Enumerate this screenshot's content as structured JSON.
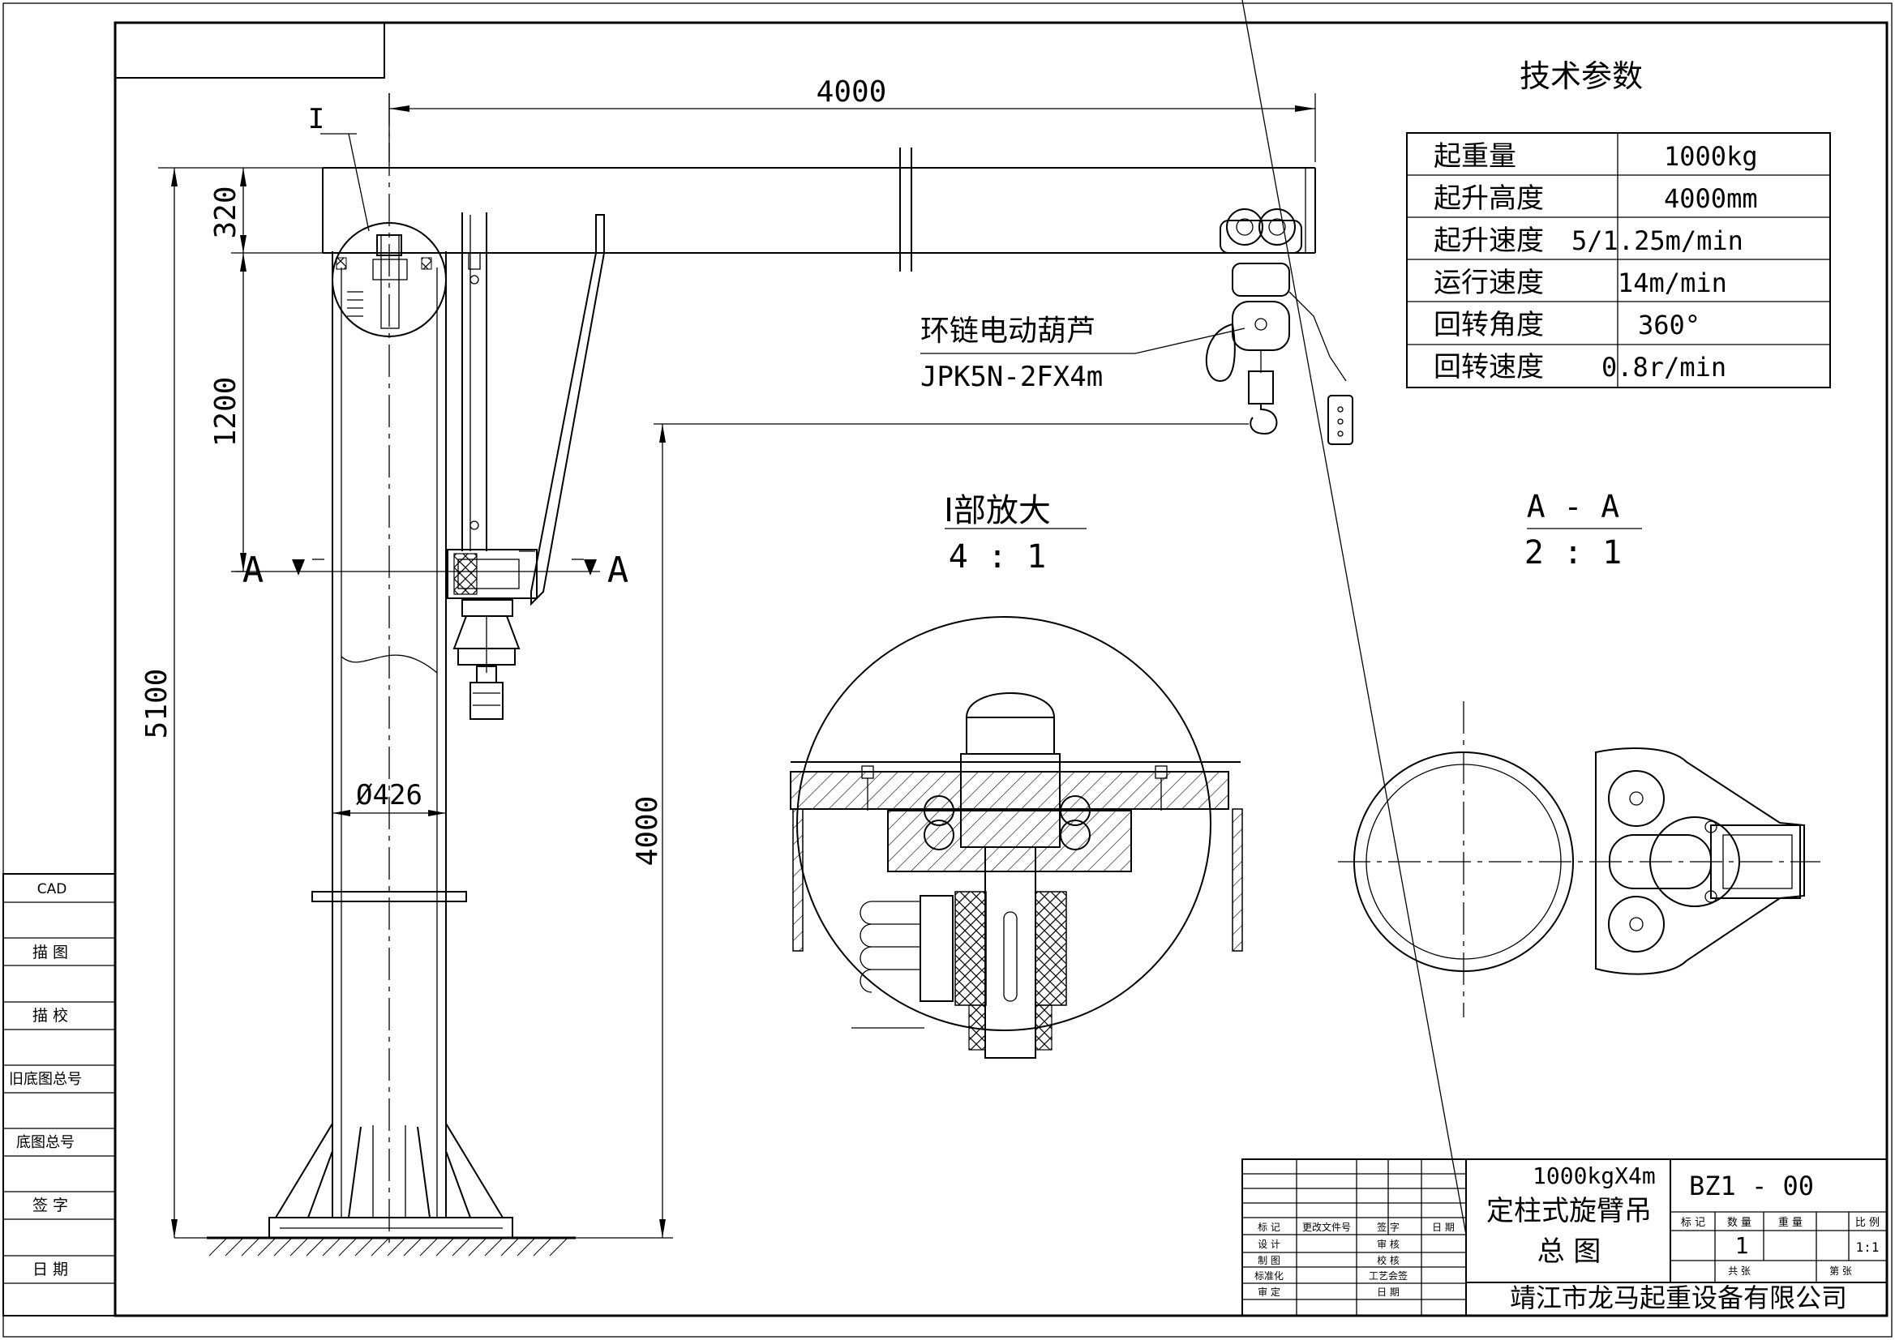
{
  "dimensions": {
    "span": "4000",
    "top_gap": "320",
    "arm_to_section": "1200",
    "total_height": "5100",
    "diameter": "Ø426",
    "lift_height": "4000"
  },
  "callouts": {
    "detail_marker": "I",
    "hoist_name": "环链电动葫芦",
    "hoist_model": "JPK5N-2FX4m",
    "section_left": "A",
    "section_right": "A"
  },
  "views": {
    "detail_title": "I部放大",
    "detail_scale": "4 : 1",
    "section_title": "A - A",
    "section_scale": "2 : 1"
  },
  "tech_params": {
    "title": "技术参数",
    "rows": [
      {
        "label": "起重量",
        "value": "1000kg"
      },
      {
        "label": "起升高度",
        "value": "4000mm"
      },
      {
        "label": "起升速度",
        "value": "5/1.25m/min"
      },
      {
        "label": "运行速度",
        "value": "14m/min"
      },
      {
        "label": "回转角度",
        "value": "360°"
      },
      {
        "label": "回转速度",
        "value": "0.8r/min"
      }
    ]
  },
  "left_strip": [
    "CAD",
    "描 图",
    "描 校",
    "旧底图总号",
    "底图总号",
    "签 字",
    "日 期"
  ],
  "title_block": {
    "spec": "1000kgX4m",
    "name": "定柱式旋臂吊",
    "drawing_type": "总 图",
    "drawing_no": "BZ1 - 00",
    "company": "靖江市龙马起重设备有限公司",
    "headers": {
      "mark": "标 记",
      "doc_no": "更改文件号",
      "sign": "签 字",
      "date": "日 期"
    },
    "roles": {
      "design": "设 计",
      "review": "审 核",
      "draft": "制 图",
      "check": "校 核",
      "standard": "标准化",
      "process": "工艺会签",
      "approve": "审 定",
      "role_date": "日 期"
    },
    "qty_headers": {
      "mark": "标 记",
      "qty": "数 量",
      "weight": "重 量",
      "scale": "比 例"
    },
    "qty_value": "1",
    "scale_value": "1:1",
    "sheets_total": "共 张",
    "sheet_no": "第 张"
  }
}
